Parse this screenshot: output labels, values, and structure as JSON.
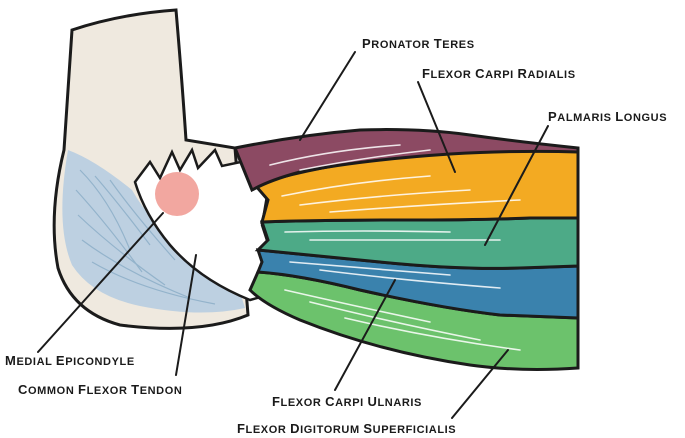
{
  "labels": {
    "pronator_teres": "Pronator Teres",
    "flexor_carpi_radialis": "Flexor Carpi Radialis",
    "palmaris_longus": "Palmaris Longus",
    "medial_epicondyle": "Medial Epicondyle",
    "common_flexor_tendon": "Common Flexor Tendon",
    "flexor_carpi_ulnaris": "Flexor Carpi Ulnaris",
    "flexor_digitorum_superficialis": "Flexor Digitorum Superficialis"
  },
  "colors": {
    "bone": "#efe9df",
    "ligament": "#b9cfe0",
    "tendon": "#ffffff",
    "epicondyle": "#f2a7a0",
    "pronator_teres": "#8c4a63",
    "flexor_carpi_radialis": "#f3aa22",
    "palmaris_longus": "#4daa87",
    "flexor_carpi_ulnaris": "#3a82ad",
    "flexor_digitorum_superficialis": "#6cc26c",
    "outline": "#1b1b1b"
  }
}
